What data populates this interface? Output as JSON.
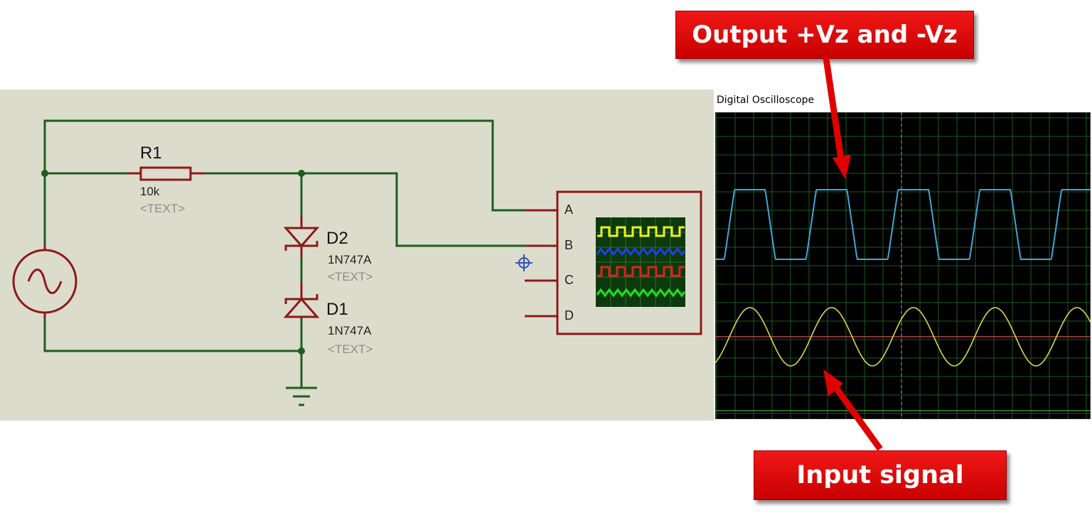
{
  "schematic": {
    "resistor": {
      "ref": "R1",
      "value": "10k",
      "text": "<TEXT>"
    },
    "zener_top": {
      "ref": "D2",
      "part": "1N747A",
      "text": "<TEXT>"
    },
    "zener_bottom": {
      "ref": "D1",
      "part": "1N747A",
      "text": "<TEXT>"
    },
    "scope_pins": [
      "A",
      "B",
      "C",
      "D"
    ],
    "colors": {
      "wire": "#1f5e1f",
      "component": "#8b1a1a",
      "background": "#dcdccc"
    }
  },
  "oscilloscope": {
    "title": "Digital Oscilloscope",
    "traces": [
      {
        "name": "output",
        "color": "#3fa7d6",
        "shape": "clipped-square"
      },
      {
        "name": "input",
        "color": "#d8d84a",
        "shape": "sine"
      }
    ],
    "colors": {
      "screen": "#000000",
      "grid": "#1e5a1e",
      "marker": "#c04040"
    }
  },
  "callouts": {
    "output": "Output +Vz and -Vz",
    "input": "Input signal",
    "color": "#e00000"
  }
}
